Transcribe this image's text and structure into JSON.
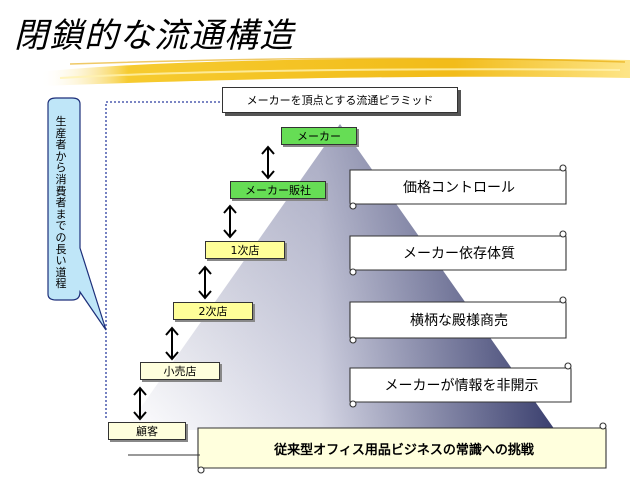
{
  "slide": {
    "title": "閉鎖的な流通構造",
    "pyramid_label": "メーカーを頂点とする流通ピラミッド",
    "callout": "生産者から消費者までの長い道程",
    "levels": [
      "メーカー",
      "メーカー販社",
      "1次店",
      "2次店",
      "小売店",
      "顧客"
    ],
    "traits": [
      "価格コントロール",
      "メーカー依存体質",
      "横柄な殿様商売",
      "メーカーが情報を非開示"
    ],
    "banner": "従来型オフィス用品ビジネスの常識への挑戦"
  },
  "colors": {
    "green": "#66dd55",
    "yellow": "#ffff99",
    "pyramid_top": "#3a3f6e",
    "callout_fill": "#bfe6f8",
    "brush": "#f0c020"
  }
}
